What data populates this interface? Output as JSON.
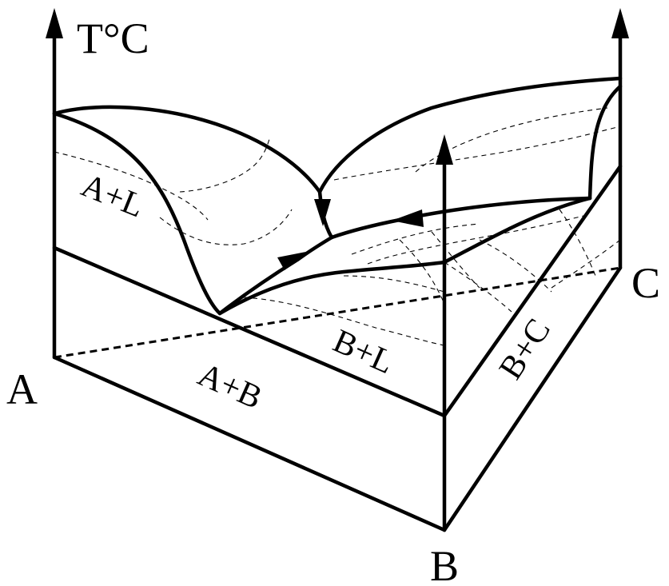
{
  "axis": {
    "temperature_label": "T°C"
  },
  "vertices": {
    "a": "A",
    "b": "B",
    "c": "C"
  },
  "regions": {
    "a_l": "A+L",
    "b_l": "B+L",
    "a_b": "A+B",
    "b_c": "B+C"
  }
}
